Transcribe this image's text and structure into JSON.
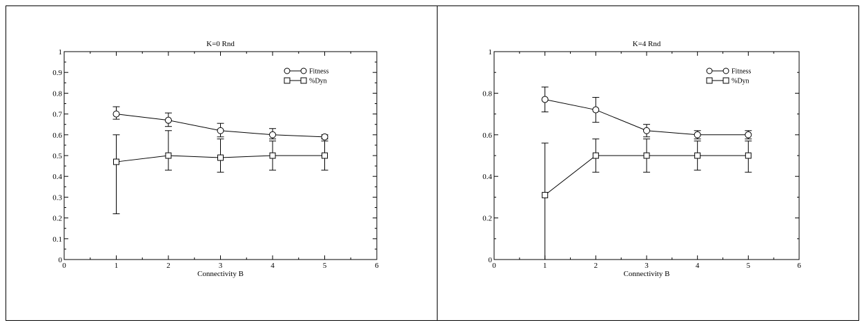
{
  "chart_data": [
    {
      "type": "line",
      "title": "K=0 Rnd",
      "xlabel": "Connectivity B",
      "ylabel": "",
      "xlim": [
        0,
        6
      ],
      "ylim": [
        0,
        1
      ],
      "xticks": [
        0,
        1,
        2,
        3,
        4,
        5,
        6
      ],
      "yticks": [
        0,
        0.1,
        0.2,
        0.3,
        0.4,
        0.5,
        0.6,
        0.7,
        0.8,
        0.9,
        1
      ],
      "grid": false,
      "legend_position": "top-right",
      "x": [
        1,
        2,
        3,
        4,
        5
      ],
      "series": [
        {
          "name": "Fitness",
          "marker": "circle",
          "values": [
            0.7,
            0.67,
            0.62,
            0.6,
            0.59
          ],
          "err_low": [
            0.675,
            0.64,
            0.59,
            0.58,
            0.58
          ],
          "err_high": [
            0.735,
            0.705,
            0.655,
            0.63,
            0.6
          ]
        },
        {
          "name": "%Dyn",
          "marker": "square",
          "values": [
            0.47,
            0.5,
            0.49,
            0.5,
            0.5
          ],
          "err_low": [
            0.22,
            0.43,
            0.42,
            0.43,
            0.43
          ],
          "err_high": [
            0.6,
            0.62,
            0.58,
            0.57,
            0.57
          ]
        }
      ]
    },
    {
      "type": "line",
      "title": "K=4 Rnd",
      "xlabel": "Connectivity B",
      "ylabel": "",
      "xlim": [
        0,
        6
      ],
      "ylim": [
        0,
        1
      ],
      "xticks": [
        0,
        1,
        2,
        3,
        4,
        5,
        6
      ],
      "yticks": [
        0,
        0.2,
        0.4,
        0.6,
        0.8,
        1
      ],
      "grid": false,
      "legend_position": "top-right",
      "x": [
        1,
        2,
        3,
        4,
        5
      ],
      "series": [
        {
          "name": "Fitness",
          "marker": "circle",
          "values": [
            0.77,
            0.72,
            0.62,
            0.6,
            0.6
          ],
          "err_low": [
            0.71,
            0.66,
            0.59,
            0.58,
            0.58
          ],
          "err_high": [
            0.83,
            0.78,
            0.65,
            0.62,
            0.62
          ]
        },
        {
          "name": "%Dyn",
          "marker": "square",
          "values": [
            0.31,
            0.5,
            0.5,
            0.5,
            0.5
          ],
          "err_low": [
            0.0,
            0.42,
            0.42,
            0.43,
            0.42
          ],
          "err_high": [
            0.56,
            0.58,
            0.58,
            0.57,
            0.57
          ]
        }
      ]
    }
  ]
}
